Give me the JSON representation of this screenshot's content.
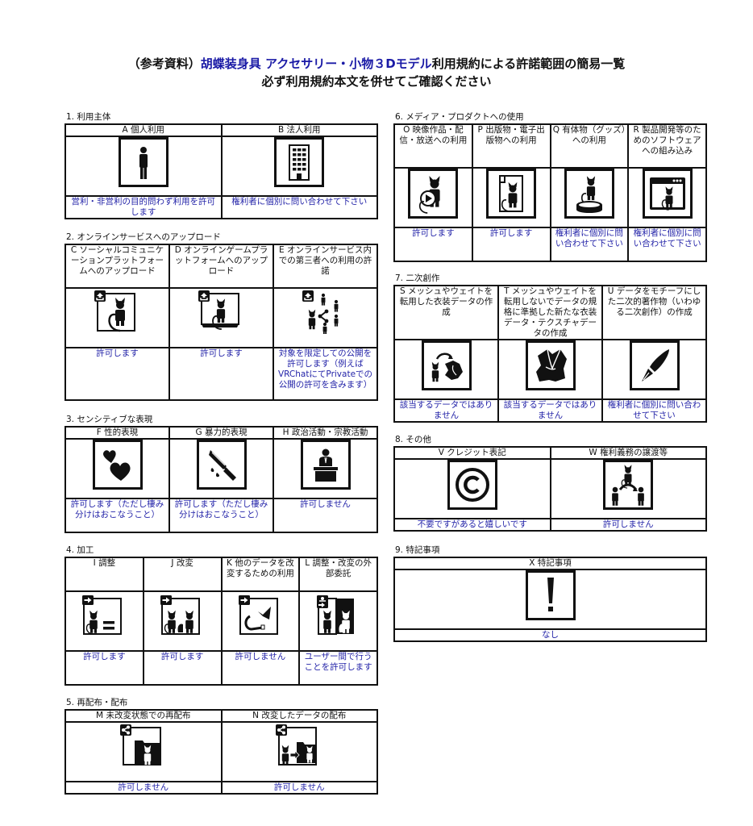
{
  "header": {
    "title_prefix": "（参考資料）",
    "title_accent": "胡蝶装身具 アクセサリー・小物３Dモデル",
    "title_suffix": "利用規約による許諾範囲の簡易一覧",
    "subtitle": "必ず利用規約本文を併せてご確認ください"
  },
  "colors": {
    "answer_text": "#2323a8",
    "title_accent": "#1a1aa6",
    "border": "#111111"
  },
  "sections": [
    {
      "label": "1. 利用主体",
      "items": [
        {
          "header": "A 個人利用",
          "icon": "person-icon",
          "answer": "営利・非営利の目的問わず利用を許可します"
        },
        {
          "header": "B 法人利用",
          "icon": "building-icon",
          "answer": "権利者に個別に問い合わせて下さい"
        }
      ]
    },
    {
      "label": "2. オンラインサービスへのアップロード",
      "items": [
        {
          "header": "C ソーシャルコミュニケーションプラットフォームへのアップロード",
          "icon": "upload-avatar-icon",
          "answer": "許可します"
        },
        {
          "header": "D オンラインゲームプラットフォームへのアップロード",
          "icon": "upload-game-icon",
          "answer": "許可します"
        },
        {
          "header": "E オンラインサービス内での第三者への利用の許諾",
          "icon": "share-users-icon",
          "answer": "対象を限定しての公開を許可します（例えばVRChatにてPrivateでの公開の許可を含みます）"
        }
      ]
    },
    {
      "label": "3. センシティブな表現",
      "items": [
        {
          "header": "F 性的表現",
          "icon": "hearts-icon",
          "answer": "許可します（ただし棲み分けはおこなうこと）"
        },
        {
          "header": "G 暴力的表現",
          "icon": "knife-icon",
          "answer": "許可します（ただし棲み分けはおこなうこと）"
        },
        {
          "header": "H 政治活動・宗教活動",
          "icon": "podium-speaker-icon",
          "answer": "許可しません"
        }
      ]
    },
    {
      "label": "4. 加工",
      "items": [
        {
          "header": "I 調整",
          "icon": "adjust-icon",
          "answer": "許可します"
        },
        {
          "header": "J 改変",
          "icon": "modify-icon",
          "answer": "許可します"
        },
        {
          "header": "K 他のデータを改変するための利用",
          "icon": "reuse-parts-icon",
          "answer": "許可しません"
        },
        {
          "header": "L 調整・改変の外部委託",
          "icon": "outsource-icon",
          "answer": "ユーザー間で行うことを許可します"
        }
      ]
    },
    {
      "label": "5. 再配布・配布",
      "items": [
        {
          "header": "M 未改変状態での再配布",
          "icon": "redistribute-folder-icon",
          "answer": "許可しません"
        },
        {
          "header": "N 改変したデータの配布",
          "icon": "distribute-modified-icon",
          "answer": "許可しません"
        }
      ]
    },
    {
      "label": "6. メディア・プロダクトへの使用",
      "items": [
        {
          "header": "O 映像作品・配信・放送への利用",
          "icon": "video-play-icon",
          "answer": "許可します"
        },
        {
          "header": "P 出版物・電子出版物への利用",
          "icon": "document-icon",
          "answer": "許可します"
        },
        {
          "header": "Q 有体物（グッズ）への利用",
          "icon": "figure-stand-icon",
          "answer": "権利者に個別に問い合わせて下さい"
        },
        {
          "header": "R 製品開発等のためのソフトウェアへの組み込み",
          "icon": "app-window-icon",
          "answer": "権利者に個別に問い合わせて下さい"
        }
      ]
    },
    {
      "label": "7. 二次創作",
      "items": [
        {
          "header": "S メッシュやウェイトを転用した衣装データの作成",
          "icon": "mesh-to-clothes-icon",
          "answer": "該当するデータではありません"
        },
        {
          "header": "T メッシュやウェイトを転用しないでデータの規格に準拠した新たな衣装データ・テクスチャデータの作成",
          "icon": "clothes-icon",
          "answer": "該当するデータではありません"
        },
        {
          "header": "U データをモチーフにした二次的著作物（いわゆる二次創作）の作成",
          "icon": "pen-nib-icon",
          "answer": "権利者に個別に問い合わせて下さい"
        }
      ]
    },
    {
      "label": "8. その他",
      "items": [
        {
          "header": "V クレジット表記",
          "icon": "copyright-icon",
          "answer": "不要ですがあると嬉しいです"
        },
        {
          "header": "W 権利義務の譲渡等",
          "icon": "transfer-rights-icon",
          "answer": "許可しません"
        }
      ]
    },
    {
      "label": "9. 特記事項",
      "items": [
        {
          "header": "X 特記事項",
          "icon": "exclamation-icon",
          "answer": "なし"
        }
      ]
    }
  ]
}
